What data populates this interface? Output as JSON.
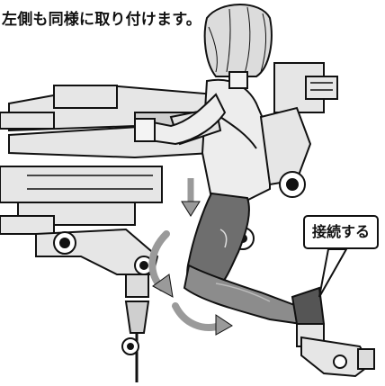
{
  "instruction": {
    "text": "左側も同様に取り付けます。"
  },
  "callout": {
    "text": "接続する"
  },
  "illustration": {
    "subject": "figure-assembly-diagram",
    "icons": [
      "rotate-arrow-icon",
      "down-arrow-icon",
      "callout-pointer-icon"
    ]
  },
  "colors": {
    "ink": "#111111",
    "metal_light": "#e6e6e6",
    "metal_mid": "#c8c8c8",
    "leg_dark": "#6e6e6e",
    "leg_mid": "#8c8c8c",
    "hair": "#dcdcdc",
    "arrow": "#9a9a9a"
  }
}
